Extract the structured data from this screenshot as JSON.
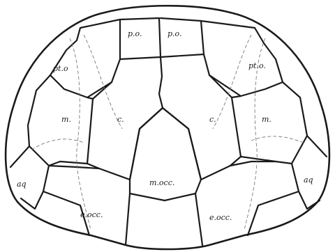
{
  "figure": {
    "labels": {
      "po_left": "p.o.",
      "po_right": "p.o.",
      "pto_left": "pt.o",
      "pto_right": "pt.o.",
      "m_left": "m.",
      "m_right": "m.",
      "c_left": "c.",
      "c_right": "c.",
      "mocc": "m.occ.",
      "aq_left": "aq",
      "aq_right": "aq",
      "eocc_left": "e.occ.",
      "eocc_right": "e.occ."
    }
  },
  "colors": {
    "ink": "#1a1a1a",
    "paper": "#ffffff"
  }
}
